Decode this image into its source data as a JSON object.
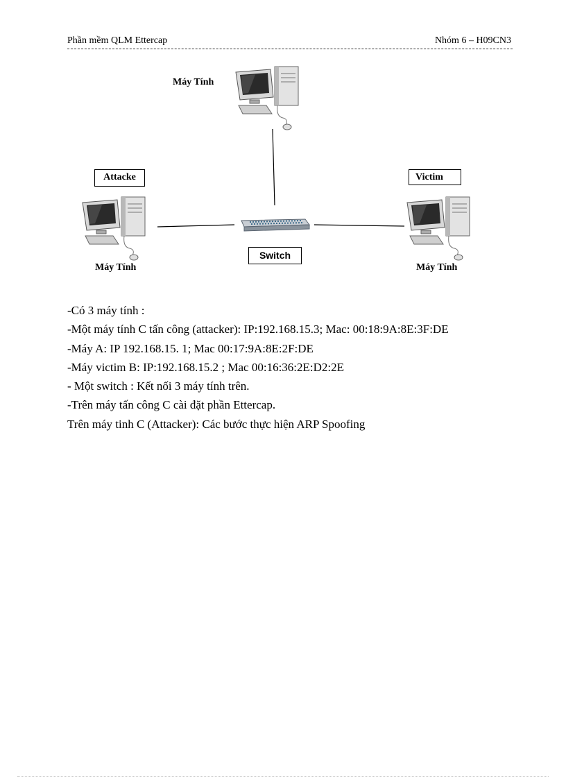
{
  "header": {
    "left": "Phần mềm  QLM Ettercap",
    "right": "Nhóm 6 – H09CN3"
  },
  "diagram": {
    "top_computer_label": "Máy Tính",
    "left_box_label": "Attacke",
    "right_box_label": "Victim",
    "switch_label": "Switch",
    "left_computer_label": "Máy Tính",
    "right_computer_label": "Máy Tính"
  },
  "body": {
    "lines": [
      "-Có 3 máy tính :",
      "-Một máy tính C tấn công (attacker): IP:192.168.15.3;  Mac: 00:18:9A:8E:3F:DE",
      "-Máy A: IP 192.168.15.  1; Mac 00:17:9A:8E:2F:DE",
      "-Máy  victim  B: IP:192.168.15.2  ; Mac 00:16:36:2E:D2:2E",
      "- Một switch : Kết nối 3 máy tính trên.",
      "-Trên máy tấn công C cài đặt phần Ettercap.",
      "Trên máy tinh  C (Attacker):  Các bước thực hiện  ARP  Spoofing"
    ]
  }
}
